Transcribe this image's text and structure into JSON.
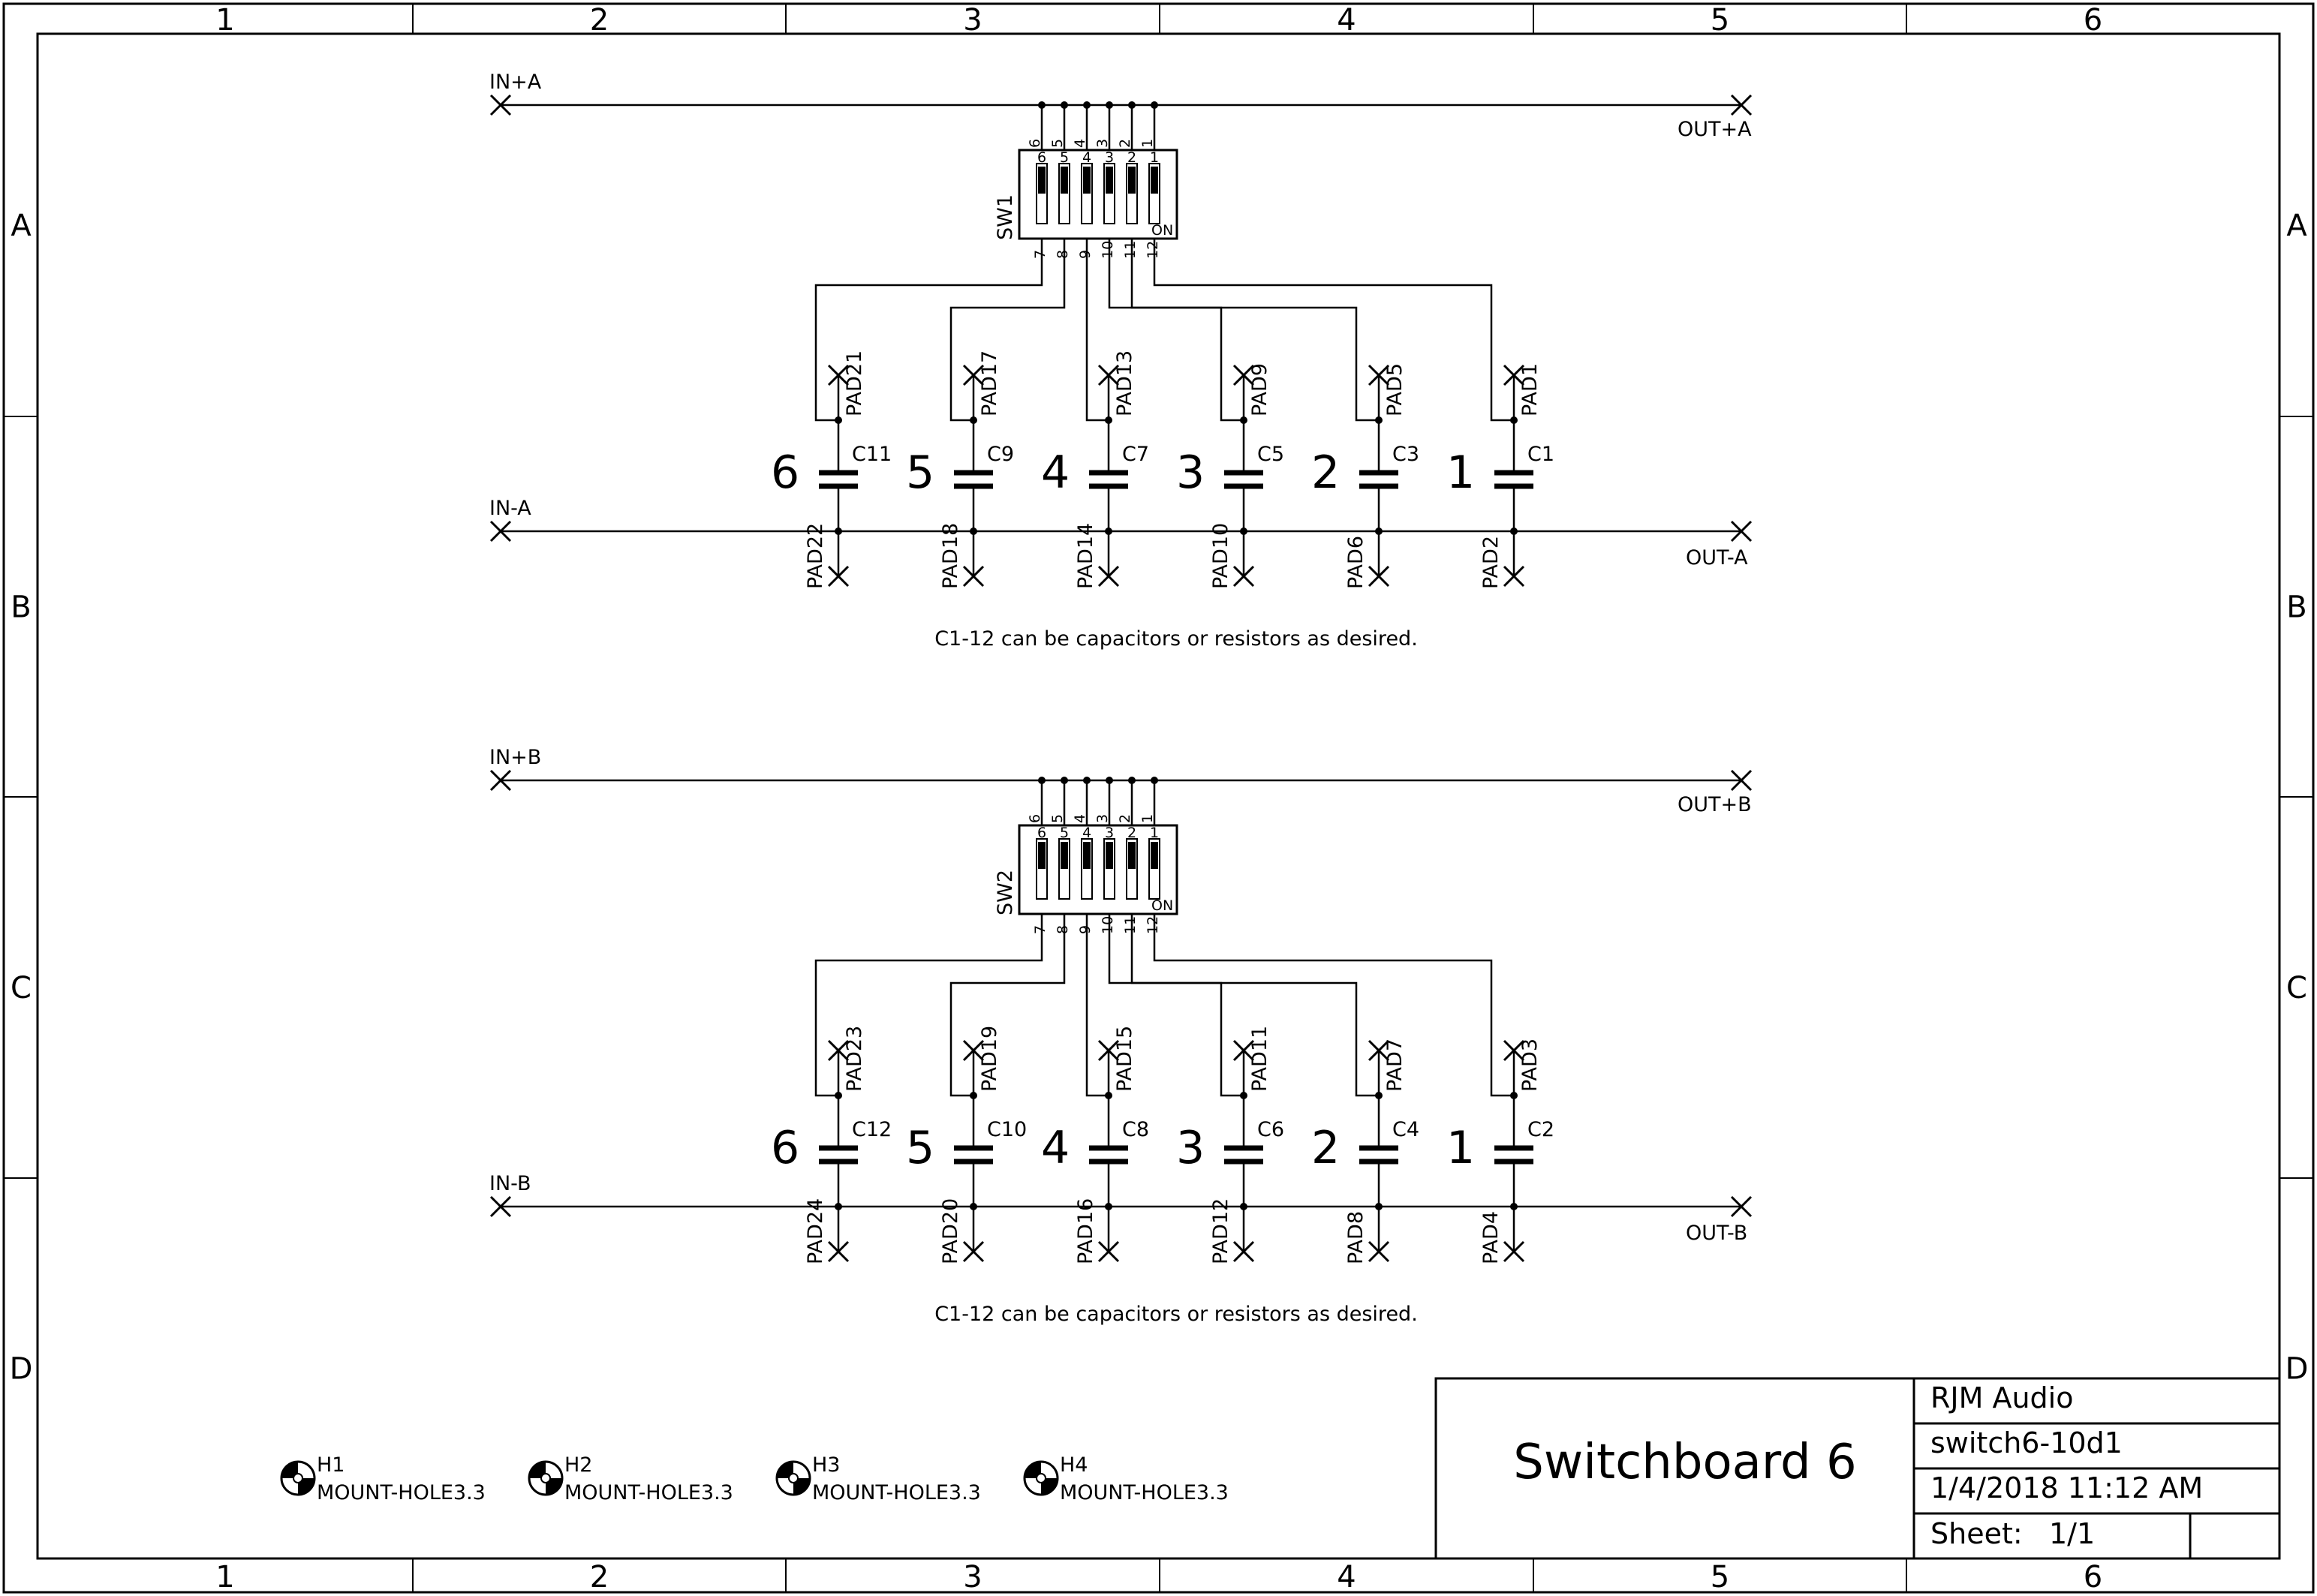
{
  "frame": {
    "columns": [
      "1",
      "2",
      "3",
      "4",
      "5",
      "6"
    ],
    "rows": [
      "A",
      "B",
      "C",
      "D"
    ]
  },
  "channels": [
    {
      "in_plus": "IN+A",
      "out_plus": "OUT+A",
      "in_minus": "IN-A",
      "out_minus": "OUT-A",
      "switch": {
        "name": "SW1",
        "on_label": "ON",
        "top_pins": [
          "6",
          "5",
          "4",
          "3",
          "2",
          "1"
        ],
        "bottom_pins": [
          "7",
          "8",
          "9",
          "10",
          "11",
          "12"
        ],
        "position_labels": [
          "6",
          "5",
          "4",
          "3",
          "2",
          "1"
        ]
      },
      "stages": [
        {
          "number": "6",
          "cap": "C11",
          "pad_top": "PAD21",
          "pad_bottom": "PAD22"
        },
        {
          "number": "5",
          "cap": "C9",
          "pad_top": "PAD17",
          "pad_bottom": "PAD18"
        },
        {
          "number": "4",
          "cap": "C7",
          "pad_top": "PAD13",
          "pad_bottom": "PAD14"
        },
        {
          "number": "3",
          "cap": "C5",
          "pad_top": "PAD9",
          "pad_bottom": "PAD10"
        },
        {
          "number": "2",
          "cap": "C3",
          "pad_top": "PAD5",
          "pad_bottom": "PAD6"
        },
        {
          "number": "1",
          "cap": "C1",
          "pad_top": "PAD1",
          "pad_bottom": "PAD2"
        }
      ],
      "note": "C1-12 can be capacitors or resistors as desired."
    },
    {
      "in_plus": "IN+B",
      "out_plus": "OUT+B",
      "in_minus": "IN-B",
      "out_minus": "OUT-B",
      "switch": {
        "name": "SW2",
        "on_label": "ON",
        "top_pins": [
          "6",
          "5",
          "4",
          "3",
          "2",
          "1"
        ],
        "bottom_pins": [
          "7",
          "8",
          "9",
          "10",
          "11",
          "12"
        ],
        "position_labels": [
          "6",
          "5",
          "4",
          "3",
          "2",
          "1"
        ]
      },
      "stages": [
        {
          "number": "6",
          "cap": "C12",
          "pad_top": "PAD23",
          "pad_bottom": "PAD24"
        },
        {
          "number": "5",
          "cap": "C10",
          "pad_top": "PAD19",
          "pad_bottom": "PAD20"
        },
        {
          "number": "4",
          "cap": "C8",
          "pad_top": "PAD15",
          "pad_bottom": "PAD16"
        },
        {
          "number": "3",
          "cap": "C6",
          "pad_top": "PAD11",
          "pad_bottom": "PAD12"
        },
        {
          "number": "2",
          "cap": "C4",
          "pad_top": "PAD7",
          "pad_bottom": "PAD8"
        },
        {
          "number": "1",
          "cap": "C2",
          "pad_top": "PAD3",
          "pad_bottom": "PAD4"
        }
      ],
      "note": "C1-12 can be capacitors or resistors as desired."
    }
  ],
  "mount_holes": [
    {
      "name": "H1",
      "value": "MOUNT-HOLE3.3"
    },
    {
      "name": "H2",
      "value": "MOUNT-HOLE3.3"
    },
    {
      "name": "H3",
      "value": "MOUNT-HOLE3.3"
    },
    {
      "name": "H4",
      "value": "MOUNT-HOLE3.3"
    }
  ],
  "title_block": {
    "title": "Switchboard 6",
    "company": "RJM Audio",
    "document": "switch6-10d1",
    "date": "1/4/2018 11:12 AM",
    "sheet_label": "Sheet:",
    "sheet_value": "1/1"
  }
}
